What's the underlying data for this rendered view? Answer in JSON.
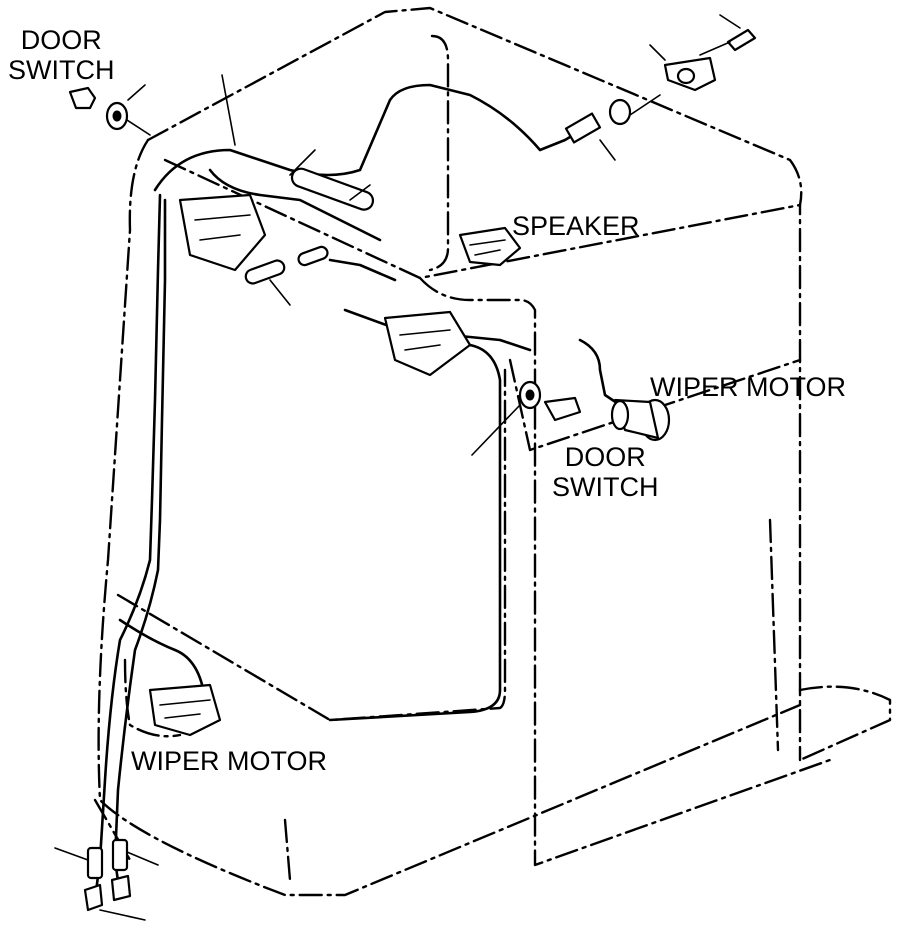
{
  "labels": {
    "door_switch_top": [
      "DOOR",
      "SWITCH"
    ],
    "speaker": "SPEAKER",
    "wiper_motor_right": "WIPER MOTOR",
    "door_switch_right": [
      "DOOR",
      "SWITCH"
    ],
    "wiper_motor_left": "WIPER MOTOR"
  }
}
